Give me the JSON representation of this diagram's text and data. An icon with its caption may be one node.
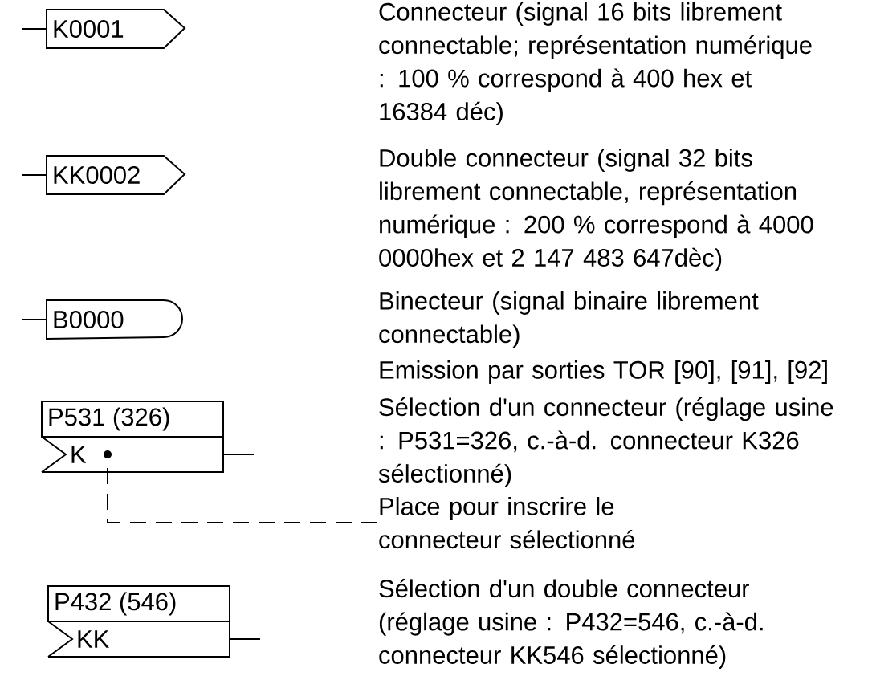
{
  "diagram": {
    "nodes": [
      {
        "text": [
          "K0001"
        ]
      },
      {
        "text": [
          "KK0002"
        ]
      },
      {
        "text": [
          "B0000"
        ]
      },
      {
        "text": [
          "P531 (326)",
          "K"
        ]
      },
      {
        "text": [
          "P432 (546)",
          "KK"
        ]
      },
      {
        "text": [],
        "shape": "circle",
        "in": 3
      },
      {
        "text": [
          "Place pour inscrire le connecteur sélectionné"
        ]
      }
    ],
    "edges": [
      {
        "from": 6,
        "to": 5,
        "arrow": "none",
        "style": "dashed"
      }
    ],
    "labels": [
      "Connecteur (signal 16 bits librement connectable; représentation numérique : 100 % correspond à 400 hex et 16384 déc)",
      "Double connecteur (signal 32 bits librement connectable, représentation numérique : 200 % correspond à 4000 0000hex et 2 147 483 647dèc)",
      "Binecteur (signal binaire librement connectable)",
      "Emission par sorties TOR [90], [91], [92]",
      "Sélection d'un connecteur (réglage usine : P531=326, c.-à-d. connecteur K326 sélectionné)",
      "Sélection d'un double connecteur (réglage usine : P432=546, c.-à-d. connecteur KK546 sélectionné)"
    ]
  }
}
